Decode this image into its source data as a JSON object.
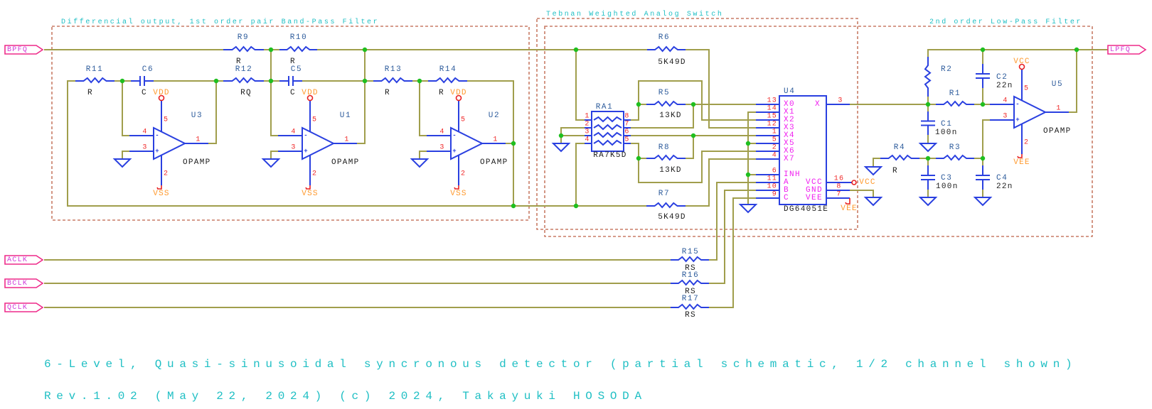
{
  "colors": {
    "background": "#ffffff",
    "wire": "#a09e4c",
    "component": "#2a40e0",
    "junction": "#1fbf1f",
    "frame": "#c87c66",
    "reference": "#2e5c9c",
    "value": "#202020",
    "pin_number": "#f02828",
    "pin_name": "#f020f0",
    "power_net": "#ff9a2e",
    "power_symbol": "#e82020",
    "annotation": "#1fbfc4",
    "port_outline": "#ee2a8a",
    "port_text": "#d038d8"
  },
  "notes": {
    "title": "6-Level, Quasi-sinusoidal syncronous detector (partial schematic, 1/2 channel shown)",
    "revision": "Rev.1.02 (May 22, 2024) (c) 2024, Takayuki HOSODA"
  },
  "blocks": {
    "bpf": "Differencial output, 1st order pair Band-Pass Filter",
    "switch": "Tebnan Weighted Analog Switch",
    "lpf": "2nd order Low-Pass Filter"
  },
  "ports": {
    "BPFQ": "BPFQ",
    "LPFQ": "LPFQ",
    "ACLK": "ACLK",
    "BCLK": "BCLK",
    "QCLK": "QCLK"
  },
  "components": {
    "R1": {
      "ref": "R1"
    },
    "R2": {
      "ref": "R2"
    },
    "R3": {
      "ref": "R3"
    },
    "R4": {
      "ref": "R4",
      "value": "R"
    },
    "R5": {
      "ref": "R5",
      "value": "13KD"
    },
    "R6": {
      "ref": "R6",
      "value": "5K49D"
    },
    "R7": {
      "ref": "R7",
      "value": "5K49D"
    },
    "R8": {
      "ref": "R8",
      "value": "13KD"
    },
    "R9": {
      "ref": "R9",
      "value": "R"
    },
    "R10": {
      "ref": "R10",
      "value": "R"
    },
    "R11": {
      "ref": "R11",
      "value": "R"
    },
    "R12": {
      "ref": "R12",
      "value": "RQ"
    },
    "R13": {
      "ref": "R13",
      "value": "R"
    },
    "R14": {
      "ref": "R14",
      "value": "R"
    },
    "R15": {
      "ref": "R15",
      "value": "RS"
    },
    "R16": {
      "ref": "R16",
      "value": "RS"
    },
    "R17": {
      "ref": "R17",
      "value": "RS"
    },
    "C1": {
      "ref": "C1",
      "value": "100n"
    },
    "C2": {
      "ref": "C2",
      "value": "22n"
    },
    "C3": {
      "ref": "C3",
      "value": "100n"
    },
    "C4": {
      "ref": "C4",
      "value": "22n"
    },
    "C5": {
      "ref": "C5",
      "value": "C"
    },
    "C6": {
      "ref": "C6",
      "value": "C"
    },
    "RA1": {
      "ref": "RA1",
      "value": "RA7K5D",
      "pins_left": [
        "1",
        "2",
        "3",
        "4"
      ],
      "pins_right": [
        "8",
        "7",
        "6",
        "5"
      ]
    },
    "U1": {
      "ref": "U1",
      "value": "OPAMP",
      "pins": {
        "inv": "4",
        "noninv": "3",
        "out": "1",
        "vpos": "5",
        "vneg": "2"
      },
      "signs": {
        "inv": "-",
        "noninv": "+"
      },
      "supply": {
        "pos": "VDD",
        "neg": "VSS"
      }
    },
    "U2": {
      "ref": "U2",
      "value": "OPAMP",
      "pins": {
        "inv": "4",
        "noninv": "3",
        "out": "1",
        "vpos": "5",
        "vneg": "2"
      },
      "signs": {
        "inv": "-",
        "noninv": "+"
      },
      "supply": {
        "pos": "VDD",
        "neg": "VSS"
      }
    },
    "U3": {
      "ref": "U3",
      "value": "OPAMP",
      "pins": {
        "inv": "4",
        "noninv": "3",
        "out": "1",
        "vpos": "5",
        "vneg": "2"
      },
      "signs": {
        "inv": "-",
        "noninv": "+"
      },
      "supply": {
        "pos": "VDD",
        "neg": "VSS"
      }
    },
    "U5": {
      "ref": "U5",
      "value": "OPAMP",
      "pins": {
        "inv": "4",
        "noninv": "3",
        "out": "1",
        "vpos": "5",
        "vneg": "2"
      },
      "signs": {
        "inv": "-",
        "noninv": "+"
      },
      "supply": {
        "pos": "VCC",
        "neg": "VEE"
      }
    },
    "U4": {
      "ref": "U4",
      "value": "DG64051E",
      "pins": [
        {
          "num": "13",
          "name": "X0"
        },
        {
          "num": "14",
          "name": "X1"
        },
        {
          "num": "15",
          "name": "X2"
        },
        {
          "num": "12",
          "name": "X3"
        },
        {
          "num": "1",
          "name": "X4"
        },
        {
          "num": "5",
          "name": "X5"
        },
        {
          "num": "2",
          "name": "X6"
        },
        {
          "num": "4",
          "name": "X7"
        },
        {
          "num": "6",
          "name": "INH"
        },
        {
          "num": "11",
          "name": "A"
        },
        {
          "num": "10",
          "name": "B"
        },
        {
          "num": "9",
          "name": "C"
        }
      ],
      "output": {
        "num": "3",
        "name": "X"
      },
      "power": [
        {
          "num": "16",
          "name": "VCC",
          "net": "VCC"
        },
        {
          "num": "8",
          "name": "GND"
        },
        {
          "num": "7",
          "name": "VEE",
          "net": "VEE"
        }
      ]
    }
  }
}
